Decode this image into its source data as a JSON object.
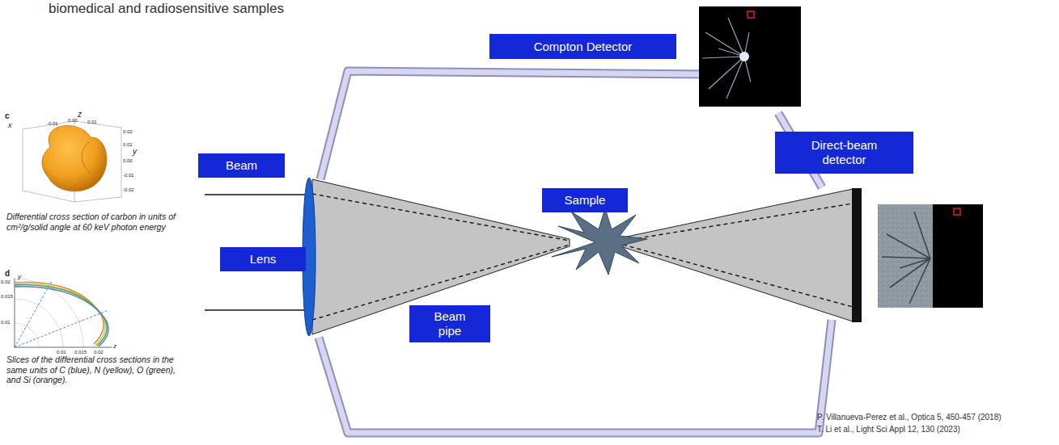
{
  "diagram": {
    "nodes": [
      {
        "text": [
          "Compton Detector"
        ]
      },
      {
        "text": [
          "Beam"
        ]
      },
      {
        "text": [
          "Sample"
        ]
      },
      {
        "text": [
          "Direct-beam detector"
        ]
      },
      {
        "text": [
          "Lens"
        ]
      },
      {
        "text": [
          "Beam pipe"
        ]
      }
    ],
    "labels": [
      "biomedical and radiosensitive samples",
      "c",
      "x",
      "z",
      "y",
      "-0.01",
      "0.00",
      "0.01",
      "0.02",
      "0.01",
      "0.00",
      "-0.01",
      "-0.02",
      "Differential cross section of carbon in units of cm²/g/solid angle at 60 keV photon energy",
      "d",
      "y",
      "z",
      "0.02",
      "0.015",
      "0.01",
      "0.01",
      "0.015",
      "0.02",
      "Slices of the differential cross sections in the same units of C (blue), N (yellow), O (green), and Si (orange).",
      "P. Villanueva-Perez et al., Optica 5, 450-457 (2018)",
      "T. Li et al., Light Sci Appl 12, 130 (2023)"
    ]
  }
}
